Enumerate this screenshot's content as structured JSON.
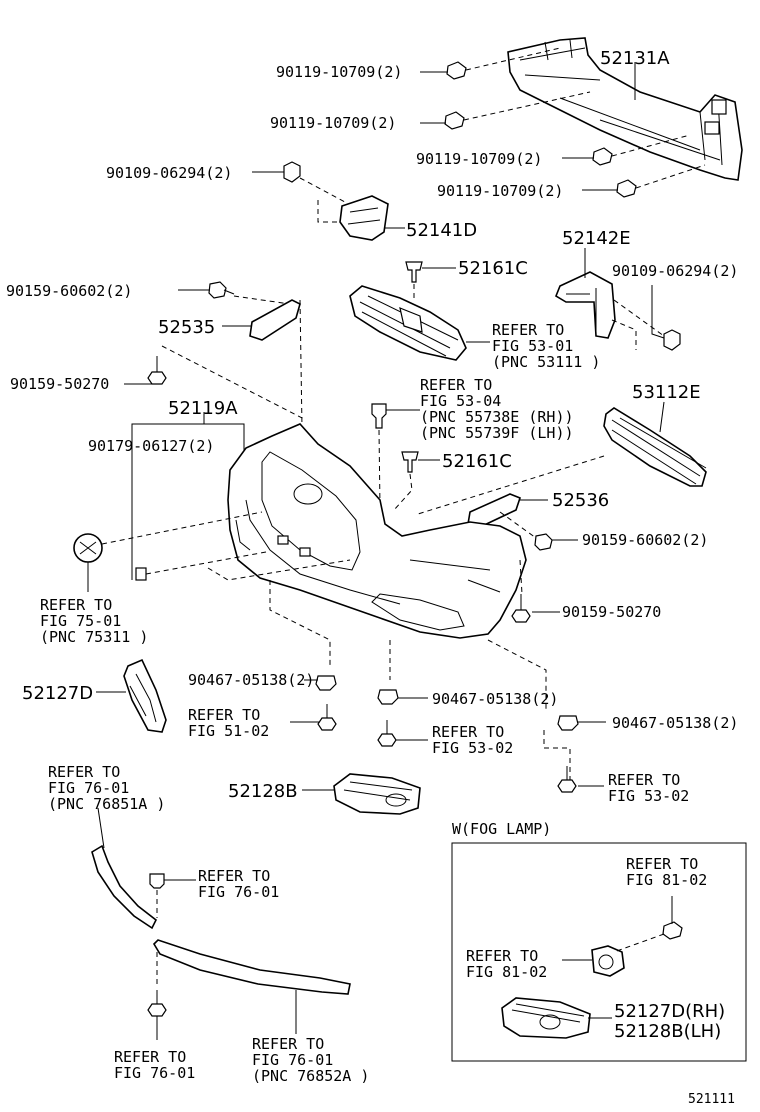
{
  "labels": {
    "reinforcement": "52131A",
    "bolt_a1": "90119-10709(2)",
    "bolt_a2": "90119-10709(2)",
    "bolt_a3": "90119-10709(2)",
    "bolt_a4": "90119-10709(2)",
    "bolt_b1": "90109-06294(2)",
    "bracket_l": "52141D",
    "bracket_r": "52142E",
    "bolt_b2": "90109-06294(2)",
    "clip_a1": "52161C",
    "clip_a2": "52161C",
    "screw_c1": "90159-60602(2)",
    "screw_c2": "90159-60602(2)",
    "retainer_l": "52535",
    "retainer_r": "52536",
    "ref_53_01_a": "REFER TO",
    "ref_53_01_b": "FIG  53-01",
    "ref_53_01_c": "(PNC 53111 )",
    "screw_d1": "90159-50270",
    "screw_d2": "90159-50270",
    "ref_53_04_a": "REFER TO",
    "ref_53_04_b": "FIG  53-04",
    "ref_53_04_c": "(PNC 55738E (RH))",
    "ref_53_04_d": "(PNC 55739F (LH))",
    "grille_lower": "53112E",
    "cover": "52119A",
    "clip_b": "90179-06127(2)",
    "ref_75_01_a": "REFER TO",
    "ref_75_01_b": "FIG  75-01",
    "ref_75_01_c": "(PNC 75311 )",
    "clip_e1": "90467-05138(2)",
    "clip_e2": "90467-05138(2)",
    "clip_e3": "90467-05138(2)",
    "cover_lh": "52127D",
    "ref_51_02_a": "REFER TO",
    "ref_51_02_b": "FIG  51-02",
    "ref_53_02a_a": "REFER TO",
    "ref_53_02a_b": "FIG  53-02",
    "ref_53_02b_a": "REFER TO",
    "ref_53_02b_b": "FIG  53-02",
    "cover_rh": "52128B",
    "ref_76_01a_a": "REFER TO",
    "ref_76_01a_b": "FIG  76-01",
    "ref_76_01a_c": "(PNC 76851A )",
    "ref_76_01b_a": "REFER TO",
    "ref_76_01b_b": "FIG  76-01",
    "ref_76_01c_a": "REFER TO",
    "ref_76_01c_b": "FIG  76-01",
    "ref_76_01d_a": "REFER TO",
    "ref_76_01d_b": "FIG  76-01",
    "ref_76_01d_c": "(PNC 76852A )",
    "fog_title": "W(FOG LAMP)",
    "ref_81_02a_a": "REFER TO",
    "ref_81_02a_b": "FIG  81-02",
    "ref_81_02b_a": "REFER TO",
    "ref_81_02b_b": "FIG  81-02",
    "fog_rh": "52127D(RH)",
    "fog_lh": "52128B(LH)",
    "figure_code": "521111"
  }
}
